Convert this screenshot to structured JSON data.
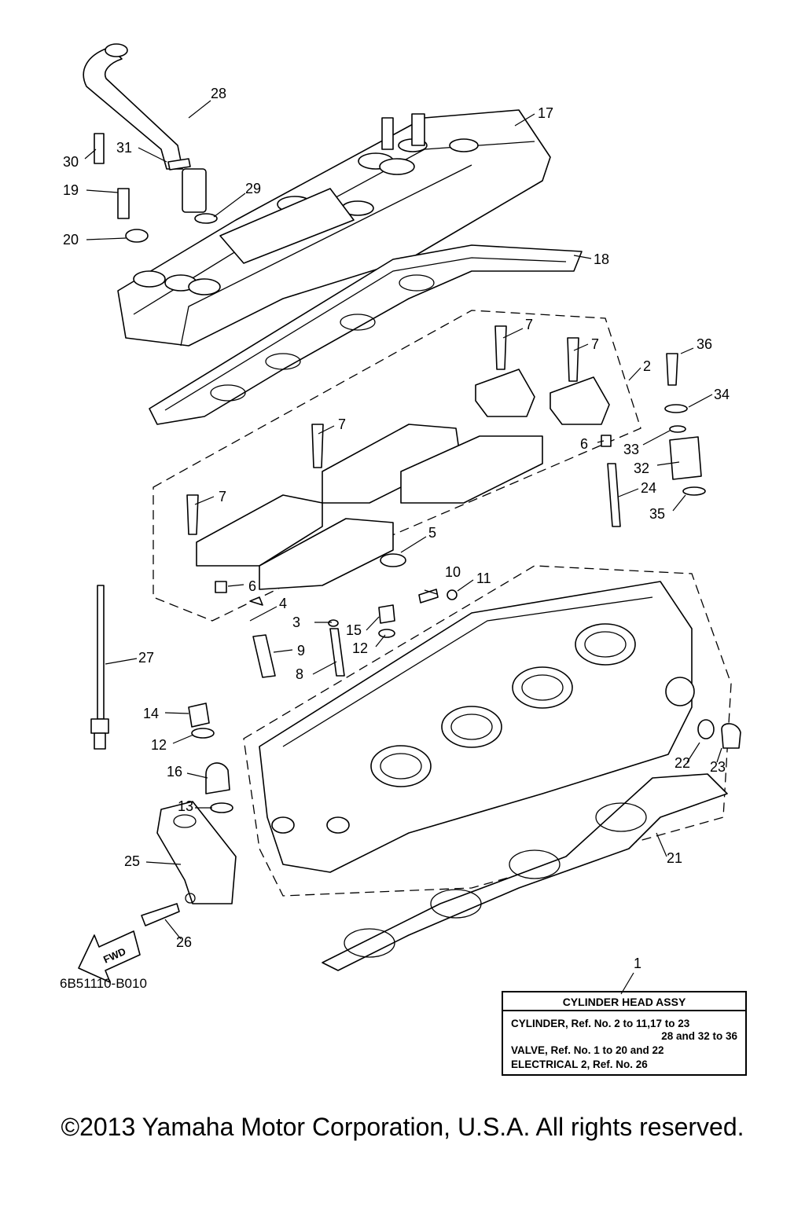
{
  "callouts": [
    {
      "n": "1"
    },
    {
      "n": "2"
    },
    {
      "n": "3"
    },
    {
      "n": "4"
    },
    {
      "n": "5"
    },
    {
      "n": "6"
    },
    {
      "n": "6"
    },
    {
      "n": "7"
    },
    {
      "n": "7"
    },
    {
      "n": "7"
    },
    {
      "n": "7"
    },
    {
      "n": "8"
    },
    {
      "n": "9"
    },
    {
      "n": "10"
    },
    {
      "n": "11"
    },
    {
      "n": "12"
    },
    {
      "n": "12"
    },
    {
      "n": "13"
    },
    {
      "n": "14"
    },
    {
      "n": "15"
    },
    {
      "n": "16"
    },
    {
      "n": "17"
    },
    {
      "n": "18"
    },
    {
      "n": "19"
    },
    {
      "n": "20"
    },
    {
      "n": "21"
    },
    {
      "n": "22"
    },
    {
      "n": "23"
    },
    {
      "n": "24"
    },
    {
      "n": "25"
    },
    {
      "n": "26"
    },
    {
      "n": "27"
    },
    {
      "n": "28"
    },
    {
      "n": "29"
    },
    {
      "n": "30"
    },
    {
      "n": "31"
    },
    {
      "n": "32"
    },
    {
      "n": "33"
    },
    {
      "n": "34"
    },
    {
      "n": "35"
    },
    {
      "n": "36"
    }
  ],
  "fwd_label": "FWD",
  "diagram_code": "6B51110-B010",
  "assembly": {
    "title": "CYLINDER HEAD ASSY",
    "line1": "CYLINDER, Ref. No. 2 to 11,17 to 23",
    "line2": "28 and 32 to 36",
    "line3": "VALVE, Ref. No. 1 to 20 and 22",
    "line4": "ELECTRICAL 2, Ref. No. 26"
  },
  "copyright": "©2013 Yamaha Motor Corporation, U.S.A. All rights reserved."
}
